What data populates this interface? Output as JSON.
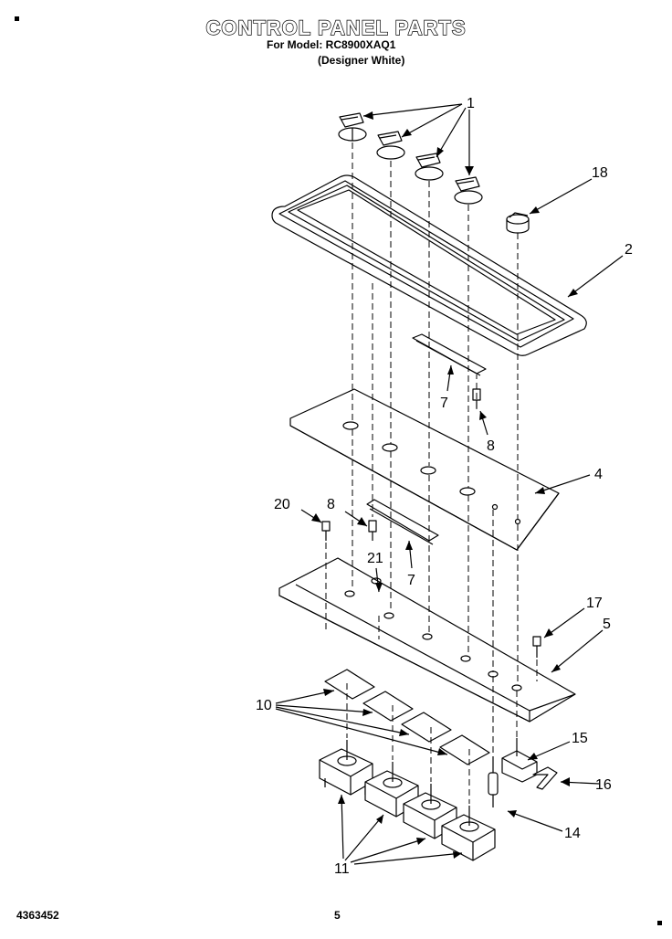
{
  "header": {
    "title": "CONTROL PANEL PARTS",
    "model_line": "For Model: RC8900XAQ1",
    "variant_line": "(Designer White)"
  },
  "footer": {
    "doc_number": "4363452",
    "page_number": "5"
  },
  "callouts": [
    "1",
    "18",
    "2",
    "7",
    "8",
    "4",
    "20",
    "8",
    "21",
    "7",
    "17",
    "5",
    "10",
    "15",
    "16",
    "14",
    "11"
  ]
}
